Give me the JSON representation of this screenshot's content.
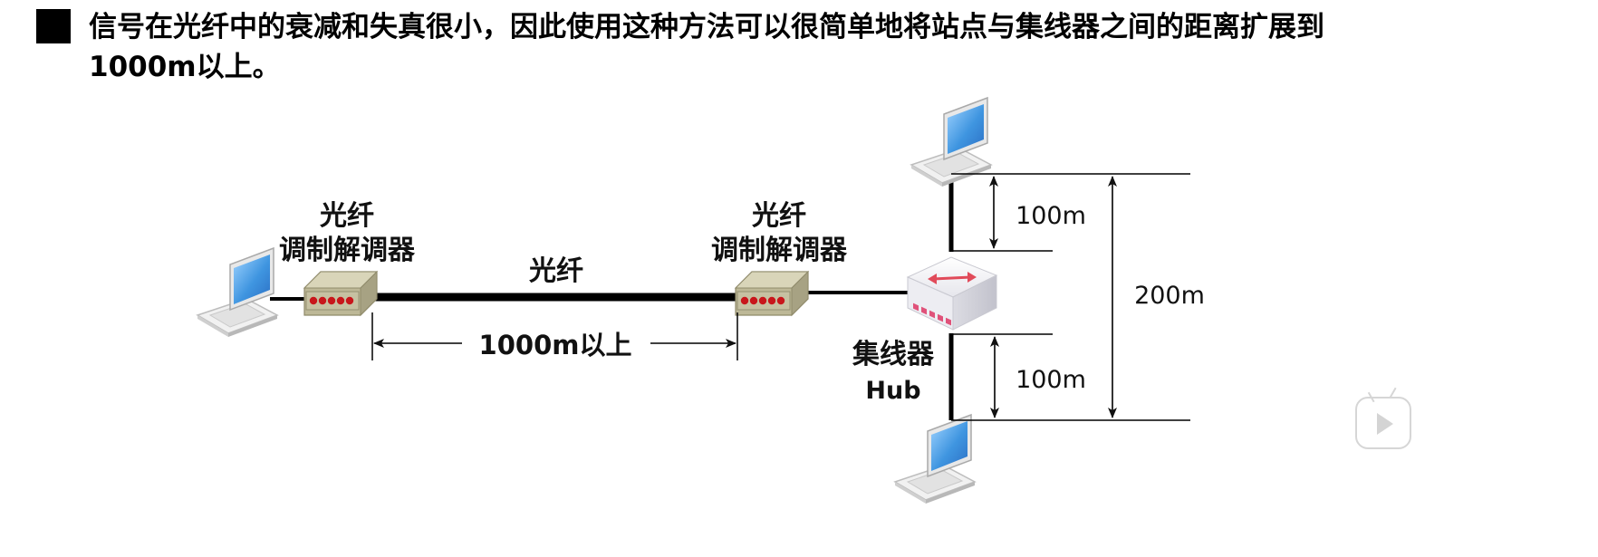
{
  "heading": {
    "text": "信号在光纤中的衰减和失真很小，因此使用这种方法可以很简单地将站点与集线器之间的距离扩展到1000m以上。"
  },
  "diagram": {
    "modem_left": {
      "line1": "光纤",
      "line2": "调制解调器"
    },
    "modem_right": {
      "line1": "光纤",
      "line2": "调制解调器"
    },
    "fiber_label": "光纤",
    "distance_label": "1000m以上",
    "hub": {
      "line1": "集线器",
      "line2": "Hub"
    },
    "seg_top": "100m",
    "seg_bottom": "100m",
    "seg_total": "200m"
  },
  "colors": {
    "text": "#111111",
    "laptop_screen": "#4da3e8",
    "modem_body": "#b9b497",
    "modem_led": "#c8161b",
    "hub_arrow": "#e14b5a",
    "hub_port": "#e0527a"
  },
  "icons": {
    "laptop": "laptop-icon",
    "modem": "fiber-modem-icon",
    "hub": "hub-icon",
    "play": "play-button-icon"
  }
}
